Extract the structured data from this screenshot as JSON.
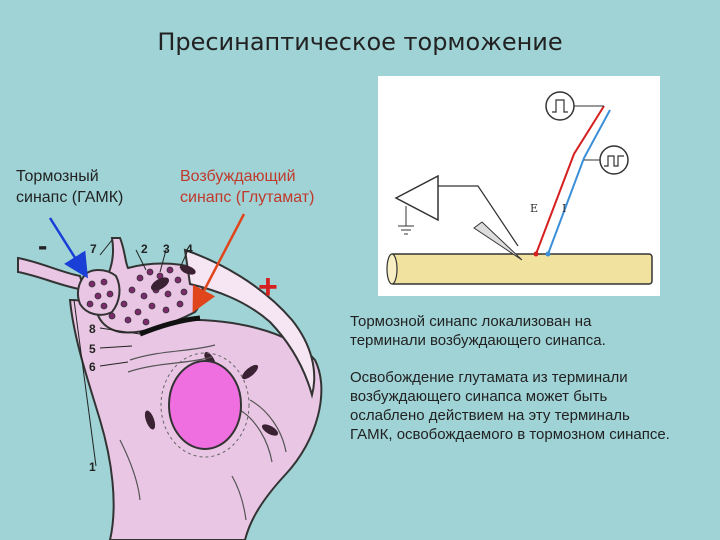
{
  "title": "Пресинаптическое торможение",
  "labels": {
    "inhibitory_line1": "Тормозный",
    "inhibitory_line2": "синапс (ГАМК)",
    "excitatory_line1": "Возбуждающий",
    "excitatory_line2": "синапс (Глутамат)",
    "minus": "-",
    "plus": "+"
  },
  "numbers": [
    "7",
    "2",
    "3",
    "4",
    "8",
    "5",
    "6",
    "1"
  ],
  "inset_labels": {
    "E": "E",
    "I": "I"
  },
  "descriptions": {
    "p1": "Тормозной синапс локализован на терминали возбуждающего синапса.",
    "p2": "Освобождение глутамата из терминали возбуждающего синапса может быть ослаблено действием на эту терминаль ГАМК, освобождаемого в тормозном синапсе."
  },
  "colors": {
    "background": "#9fd3d6",
    "arrow_blue": "#1a3fd6",
    "arrow_red": "#e0451c",
    "plus_red": "#d62020",
    "cell_pink": "#e9c6e4",
    "nucleus": "#f06fe0",
    "axon_yellow": "#f2e2a0"
  }
}
